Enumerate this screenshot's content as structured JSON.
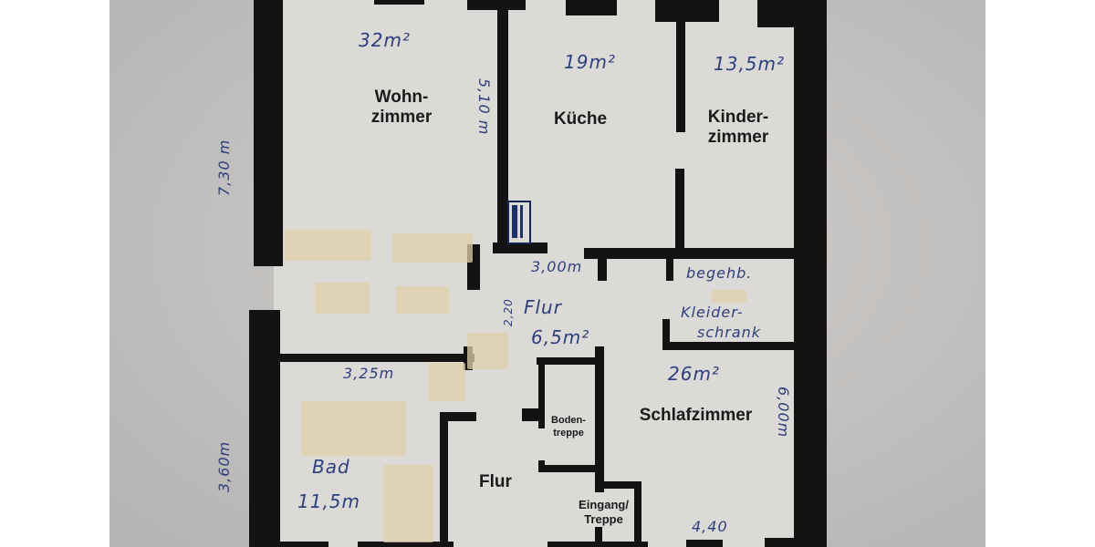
{
  "image": {
    "type": "photographed floor plan with handwritten annotations",
    "colors": {
      "wall": "#141212",
      "paper": "#cfccca",
      "ink": "#2e3f7d",
      "tape": "#e1d0aa",
      "background": "#ffffff"
    }
  },
  "rooms": [
    {
      "id": "wohnzimmer",
      "label_line1": "Wohn-",
      "label_line2": "zimmer",
      "area": "32m²"
    },
    {
      "id": "kueche",
      "label": "Küche",
      "area": "19m²"
    },
    {
      "id": "kinderzimmer",
      "label_line1": "Kinder-",
      "label_line2": "zimmer",
      "area": "13,5m²"
    },
    {
      "id": "flur-upper",
      "label": "Flur",
      "area": "6,5m²",
      "dimension": "2,20"
    },
    {
      "id": "kleiderschrank",
      "label_line1": "begehb.",
      "label_line2": "Kleider-",
      "label_line3": "schrank"
    },
    {
      "id": "schlafzimmer",
      "label": "Schlafzimmer",
      "area": "26m²"
    },
    {
      "id": "bodentreppe",
      "label_line1": "Boden-",
      "label_line2": "treppe"
    },
    {
      "id": "bad",
      "label": "Bad",
      "area": "11,5m"
    },
    {
      "id": "flur-lower",
      "label": "Flur"
    },
    {
      "id": "eingang",
      "label_line1": "Eingang/",
      "label_line2": "Treppe"
    }
  ],
  "dimensions": {
    "left_upper": "7,30 m",
    "left_lower": "3,60m",
    "wohnzimmer_depth": "5,10 m",
    "flur_width": "3,00m",
    "bad_width": "3,25m",
    "schlafzimmer_depth": "6,00m",
    "schlafzimmer_width": "4,40"
  },
  "icons": {
    "kitchen_appliance": "fridge-icon"
  }
}
